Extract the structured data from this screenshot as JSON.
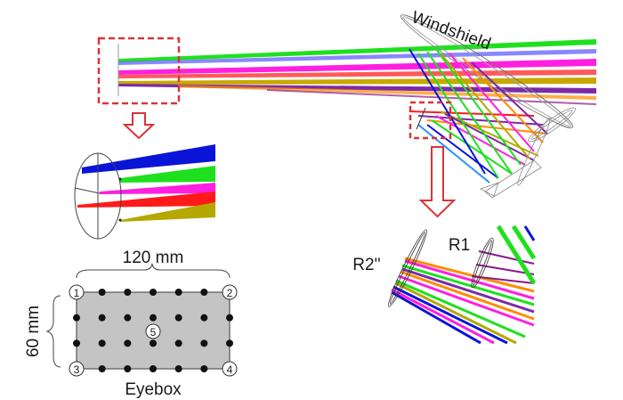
{
  "labels": {
    "windshield": "Windshield",
    "width": "120 mm",
    "height": "60 mm",
    "eyebox": "Eyebox",
    "r1": "R1",
    "r2": "R2''"
  },
  "eyebox": {
    "corner_labels": [
      "1",
      "2",
      "3",
      "4"
    ],
    "center_label": "5",
    "grid_cols": 7,
    "grid_rows": 4
  },
  "colors": {
    "highlight_box": "#d9343a",
    "arrow": "#d9343a",
    "eyebox_fill": "#c4c4c4",
    "ray_colors": [
      "#1fe01f",
      "#0a14d8",
      "#ff1fe0",
      "#ff1a1a",
      "#b5a800",
      "#7b2aa8",
      "#ff8c00",
      "#2b8fff"
    ]
  }
}
